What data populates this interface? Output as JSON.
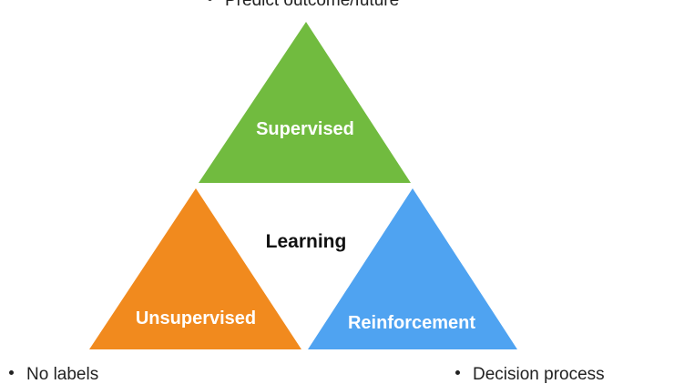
{
  "diagram": {
    "center_label": "Learning",
    "triangles": {
      "top": {
        "label": "Supervised",
        "color": "#71bb3f"
      },
      "left": {
        "label": "Unsupervised",
        "color": "#f18a1e"
      },
      "right": {
        "label": "Reinforcement",
        "color": "#4fa3f1"
      }
    },
    "bullets": {
      "top": "Predict outcome/future",
      "left": "No labels",
      "right": "Decision process"
    }
  }
}
